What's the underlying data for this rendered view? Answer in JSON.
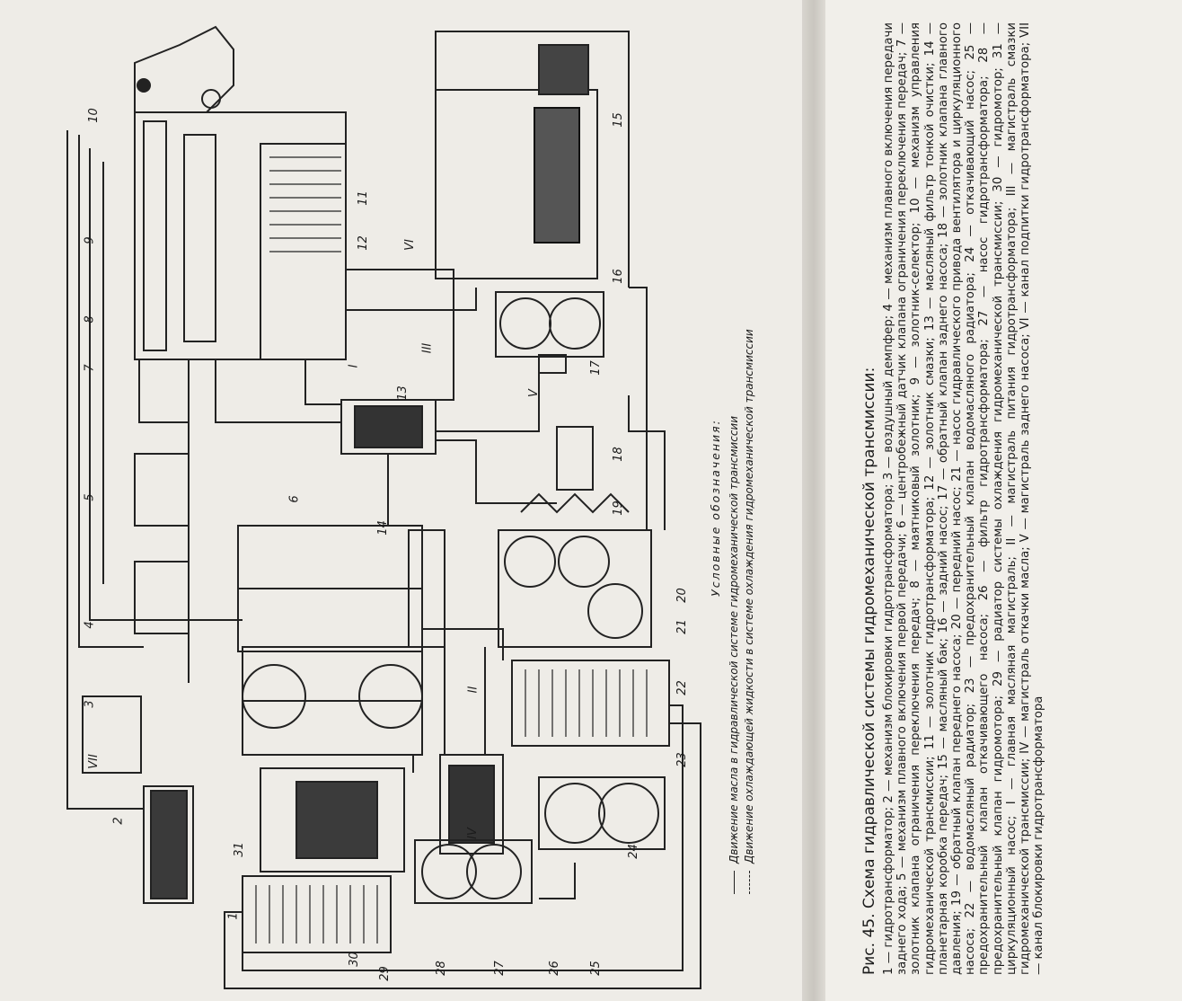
{
  "figure": {
    "callouts": [
      {
        "id": "10"
      },
      {
        "id": "9"
      },
      {
        "id": "8"
      },
      {
        "id": "7"
      },
      {
        "id": "5"
      },
      {
        "id": "4"
      },
      {
        "id": "3"
      },
      {
        "id": "VII"
      },
      {
        "id": "2"
      },
      {
        "id": "1"
      },
      {
        "id": "31"
      },
      {
        "id": "30"
      },
      {
        "id": "29"
      },
      {
        "id": "28"
      },
      {
        "id": "27"
      },
      {
        "id": "26"
      },
      {
        "id": "25"
      },
      {
        "id": "24"
      },
      {
        "id": "23"
      },
      {
        "id": "22"
      },
      {
        "id": "II"
      },
      {
        "id": "21"
      },
      {
        "id": "20"
      },
      {
        "id": "19"
      },
      {
        "id": "18"
      },
      {
        "id": "17"
      },
      {
        "id": "V"
      },
      {
        "id": "16"
      },
      {
        "id": "15"
      },
      {
        "id": "14"
      },
      {
        "id": "13"
      },
      {
        "id": "I"
      },
      {
        "id": "III"
      },
      {
        "id": "6"
      },
      {
        "id": "VI"
      },
      {
        "id": "12"
      },
      {
        "id": "11"
      },
      {
        "id": "IV"
      }
    ],
    "legend": {
      "heading": "Условные обозначения:",
      "items": [
        {
          "line_style": "solid",
          "text": "Движение масла в гидравлической системе гидромеханической трансмиссии"
        },
        {
          "line_style": "dashed",
          "text": "Движение охлаждающей жидкости в системе охлаждения гидромеханической трансмиссии"
        }
      ]
    }
  },
  "caption": {
    "title": "Рис. 45. Схема гидравлической системы гидромеханической трансмиссии:",
    "body": "1 — гидротрансформатор; 2 — механизм блокировки гидротрансформатора; 3 — воздушный демпфер; 4 — механизм плавного включения передачи заднего хода; 5 — механизм плавного включения первой передачи; 6 — центробежный датчик клапана ограничения переключения передач; 7 — золотник клапана ограничения переключения передач; 8 — маятниковый золотник; 9 — золотник-селектор; 10 — механизм управления гидромеханической трансмиссии; 11 — золотник гидротрансформатора; 12 — золотник смазки; 13 — масляный фильтр тонкой очистки; 14 — планетарная коробка передач; 15 — масляный бак; 16 — задний насос; 17 — обратный клапан заднего насоса; 18 — золотник клапана главного давления; 19 — обратный клапан переднего насоса; 20 — передний насос; 21 — насос гидравлического привода вентилятора и циркуляционного насоса; 22 — водомасляный радиатор; 23 — предохранительный клапан водомасляного радиатора; 24 — откачивающий насос; 25 — предохранительный клапан откачивающего насоса; 26 — фильтр гидротрансформатора; 27 — насос гидротрансформатора; 28 — предохранительный клапан гидромотора; 29 — радиатор системы охлаждения гидромеханической трансмиссии; 30 — гидромотор; 31 — циркуляционный насос; I — главная масляная магистраль; II — магистраль питания гидротрансформатора; III — магистраль смазки гидромеханической трансмиссии; IV — магистраль откачки масла; V — магистраль заднего насоса; VI — канал подпитки гидротрансформатора; VII — канал блокировки гидротрансформатора"
  }
}
